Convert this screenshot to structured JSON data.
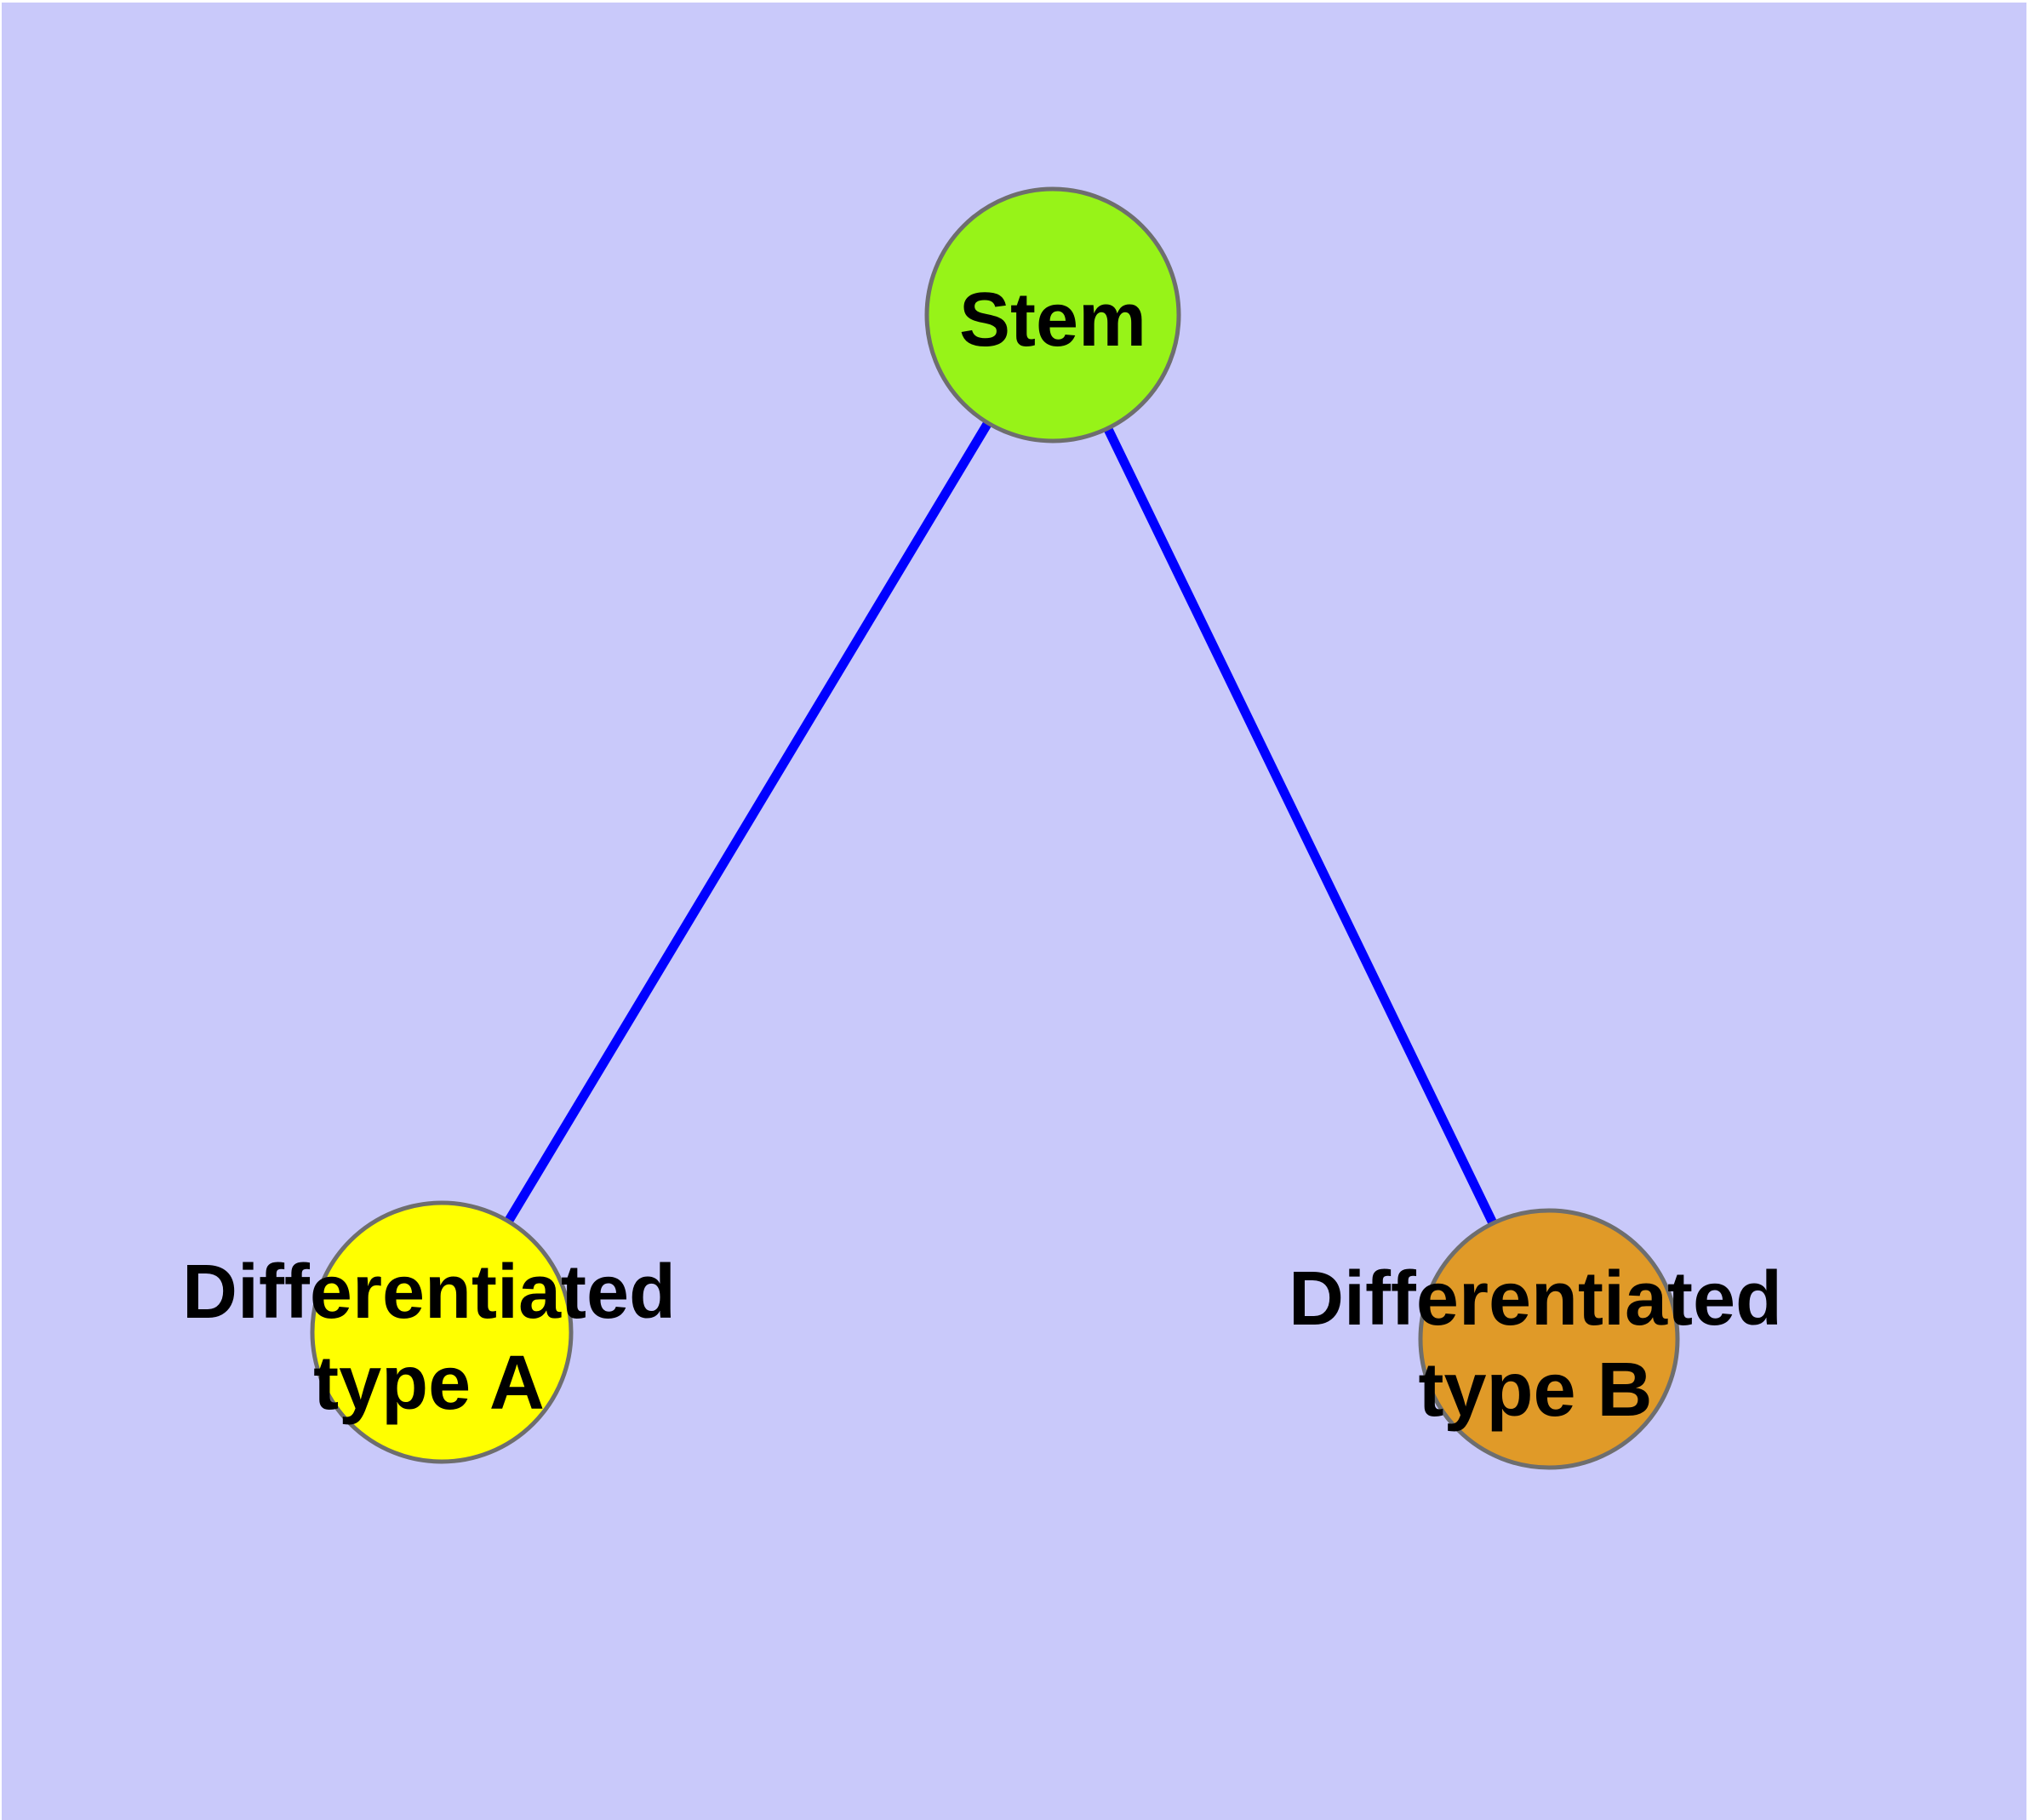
{
  "diagram": {
    "background_color": "#C9C9FA",
    "margin_color": "#FFFFFF",
    "text_color": "#000000",
    "edge_color": "#0000FF",
    "node_border_color": "#6E6E6E",
    "nodes": [
      {
        "id": "stem",
        "label": "Stem",
        "fill": "#97F318"
      },
      {
        "id": "differentiated-type-a",
        "label": "Differentiated type A",
        "label_lines": [
          "Differentiated",
          "type A"
        ],
        "fill": "#FFFF00"
      },
      {
        "id": "differentiated-type-b",
        "label": "Differentiated type B",
        "label_lines": [
          "Differentiated",
          "type B"
        ],
        "fill": "#E09A28"
      }
    ],
    "edges": [
      {
        "from": "stem",
        "to": "differentiated-type-a"
      },
      {
        "from": "stem",
        "to": "differentiated-type-b"
      }
    ]
  }
}
